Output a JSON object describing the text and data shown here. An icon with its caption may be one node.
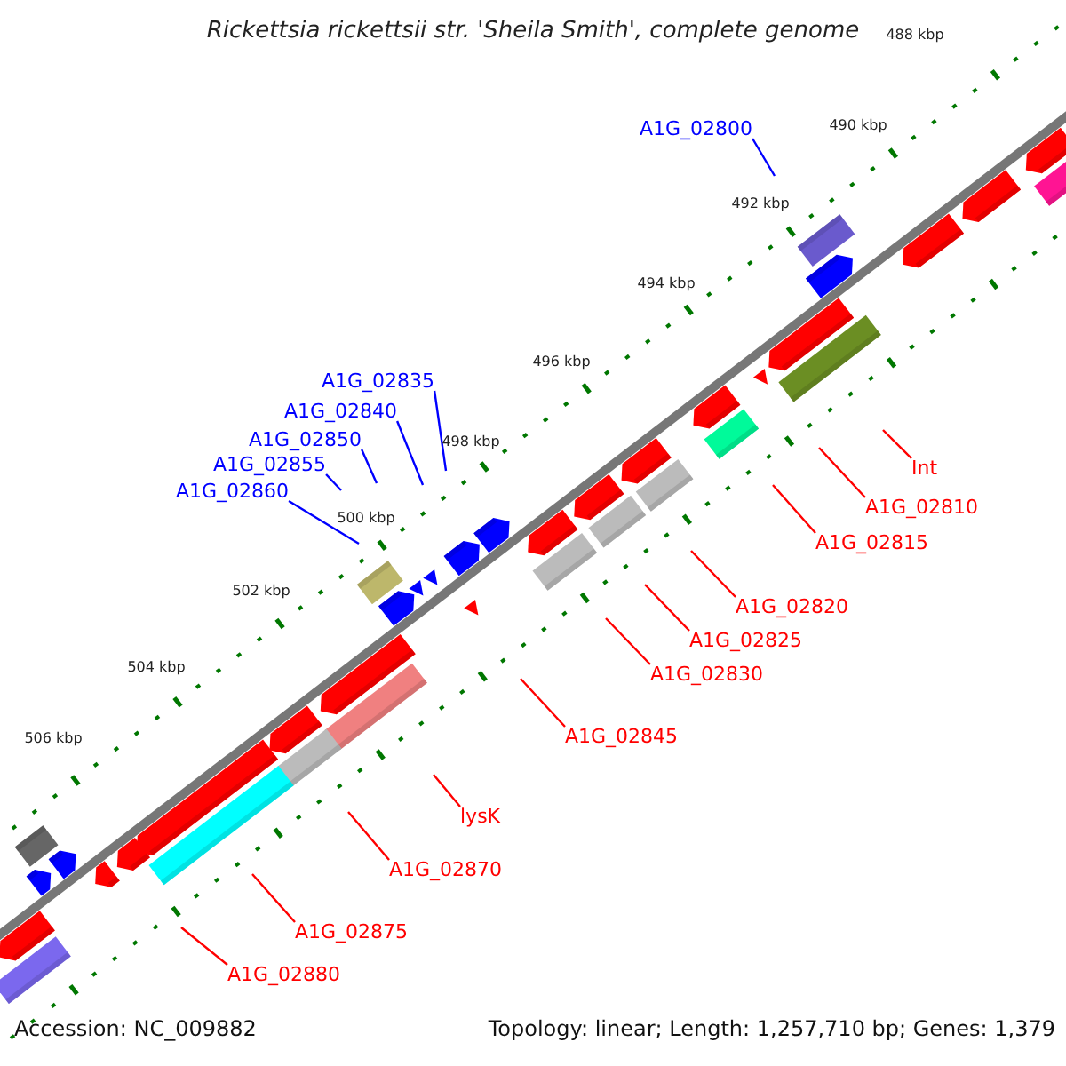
{
  "diagram": {
    "title": "Rickettsia rickettsii str. 'Sheila Smith', complete genome",
    "nodes": [
      {
        "text": [
          "A1G_02800"
        ]
      },
      {
        "text": [
          "Int"
        ]
      },
      {
        "text": [
          "A1G_02810"
        ]
      },
      {
        "text": [
          "A1G_02815"
        ]
      },
      {
        "text": [
          "A1G_02835"
        ]
      },
      {
        "text": [
          "A1G_02840"
        ]
      },
      {
        "text": [
          "A1G_02850"
        ]
      },
      {
        "text": [
          "A1G_02855"
        ]
      },
      {
        "text": [
          "A1G_02860"
        ]
      },
      {
        "text": [
          "A1G_02820"
        ]
      },
      {
        "text": [
          "A1G_02825"
        ]
      },
      {
        "text": [
          "A1G_02830"
        ]
      },
      {
        "text": [
          "A1G_02845"
        ]
      },
      {
        "text": [
          "lysK"
        ]
      },
      {
        "text": [
          "A1G_02870"
        ]
      },
      {
        "text": [
          "A1G_02875"
        ]
      },
      {
        "text": [
          "A1G_02880"
        ]
      }
    ],
    "edges": [
      {
        "from": 0,
        "to": null,
        "arrow": "none",
        "color": "#0000ff"
      },
      {
        "from": 1,
        "to": null,
        "arrow": "none"
      },
      {
        "from": 2,
        "to": null,
        "arrow": "none"
      },
      {
        "from": 3,
        "to": null,
        "arrow": "none"
      },
      {
        "from": 4,
        "to": null,
        "arrow": "none",
        "color": "#0000ff"
      },
      {
        "from": 5,
        "to": null,
        "arrow": "none",
        "color": "#0000ff"
      },
      {
        "from": 6,
        "to": null,
        "arrow": "none",
        "color": "#0000ff"
      },
      {
        "from": 7,
        "to": null,
        "arrow": "none",
        "color": "#0000ff"
      },
      {
        "from": 8,
        "to": null,
        "arrow": "none",
        "color": "#0000ff"
      },
      {
        "from": 9,
        "to": null,
        "arrow": "none"
      },
      {
        "from": 10,
        "to": null,
        "arrow": "none"
      },
      {
        "from": 11,
        "to": null,
        "arrow": "none"
      },
      {
        "from": 12,
        "to": null,
        "arrow": "none"
      },
      {
        "from": 13,
        "to": null,
        "arrow": "none"
      },
      {
        "from": 14,
        "to": null,
        "arrow": "none"
      },
      {
        "from": 15,
        "to": null,
        "arrow": "none"
      },
      {
        "from": 16,
        "to": null,
        "arrow": "none"
      }
    ],
    "labels": [
      "488 kbp",
      "490 kbp",
      "492 kbp",
      "494 kbp",
      "496 kbp",
      "498 kbp",
      "500 kbp",
      "502 kbp",
      "504 kbp",
      "506 kbp",
      "Accession: NC_009882",
      "Topology: linear; Length: 1,257,710 bp; Genes: 1,379"
    ]
  }
}
